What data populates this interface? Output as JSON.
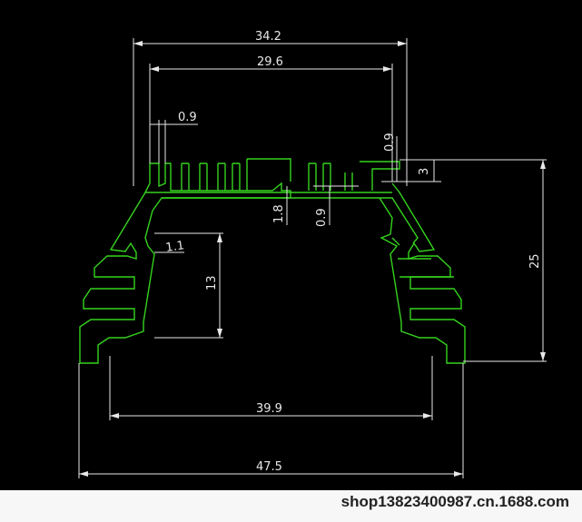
{
  "drawing": {
    "dim_34_2": "34.2",
    "dim_29_6": "29.6",
    "dim_0_9_fin": "0.9",
    "dim_0_9_right": "0.9",
    "dim_3": "3",
    "dim_1_8": "1.8",
    "dim_0_9_base": "0.9",
    "dim_1_1": "1.1",
    "dim_13": "13",
    "dim_25": "25",
    "dim_39_9": "39.9",
    "dim_47_5": "47.5"
  },
  "footer": {
    "watermark": "shop13823400987.cn.1688.com"
  },
  "colors": {
    "background": "#000000",
    "profile": "#35d21e",
    "dimension": "#e8e8e8"
  }
}
